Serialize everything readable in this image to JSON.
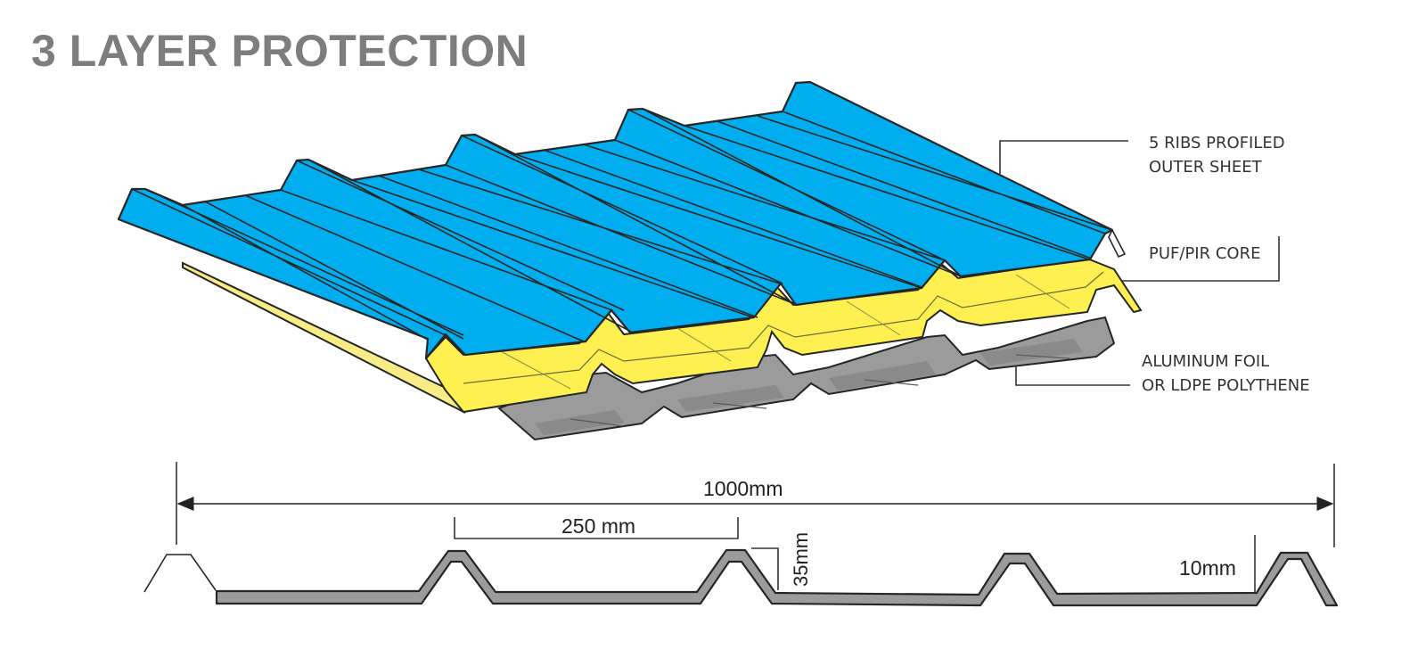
{
  "title": "3 LAYER PROTECTION",
  "colors": {
    "outer_sheet": "#00aeef",
    "core": "#fdf050",
    "core_edge": "#f8ec86",
    "foil": "#9b9b9c",
    "foil_dark": "#8a8a8b",
    "outline": "#262626",
    "title": "#7d7d7d"
  },
  "callouts": {
    "outer_sheet": {
      "line1": "5 RIBS PROFILED",
      "line2": "OUTER SHEET"
    },
    "core": {
      "line1": "PUF/PIR CORE"
    },
    "foil": {
      "line1": "ALUMINUM FOIL",
      "line2": "OR LDPE POLYTHENE"
    }
  },
  "dimensions": {
    "total_width": "1000mm",
    "rib_pitch": "250 mm",
    "rib_height": "35mm",
    "thickness": "10mm"
  },
  "arrows": {
    "left": "arrow-head-left-icon",
    "right": "arrow-head-right-icon"
  }
}
